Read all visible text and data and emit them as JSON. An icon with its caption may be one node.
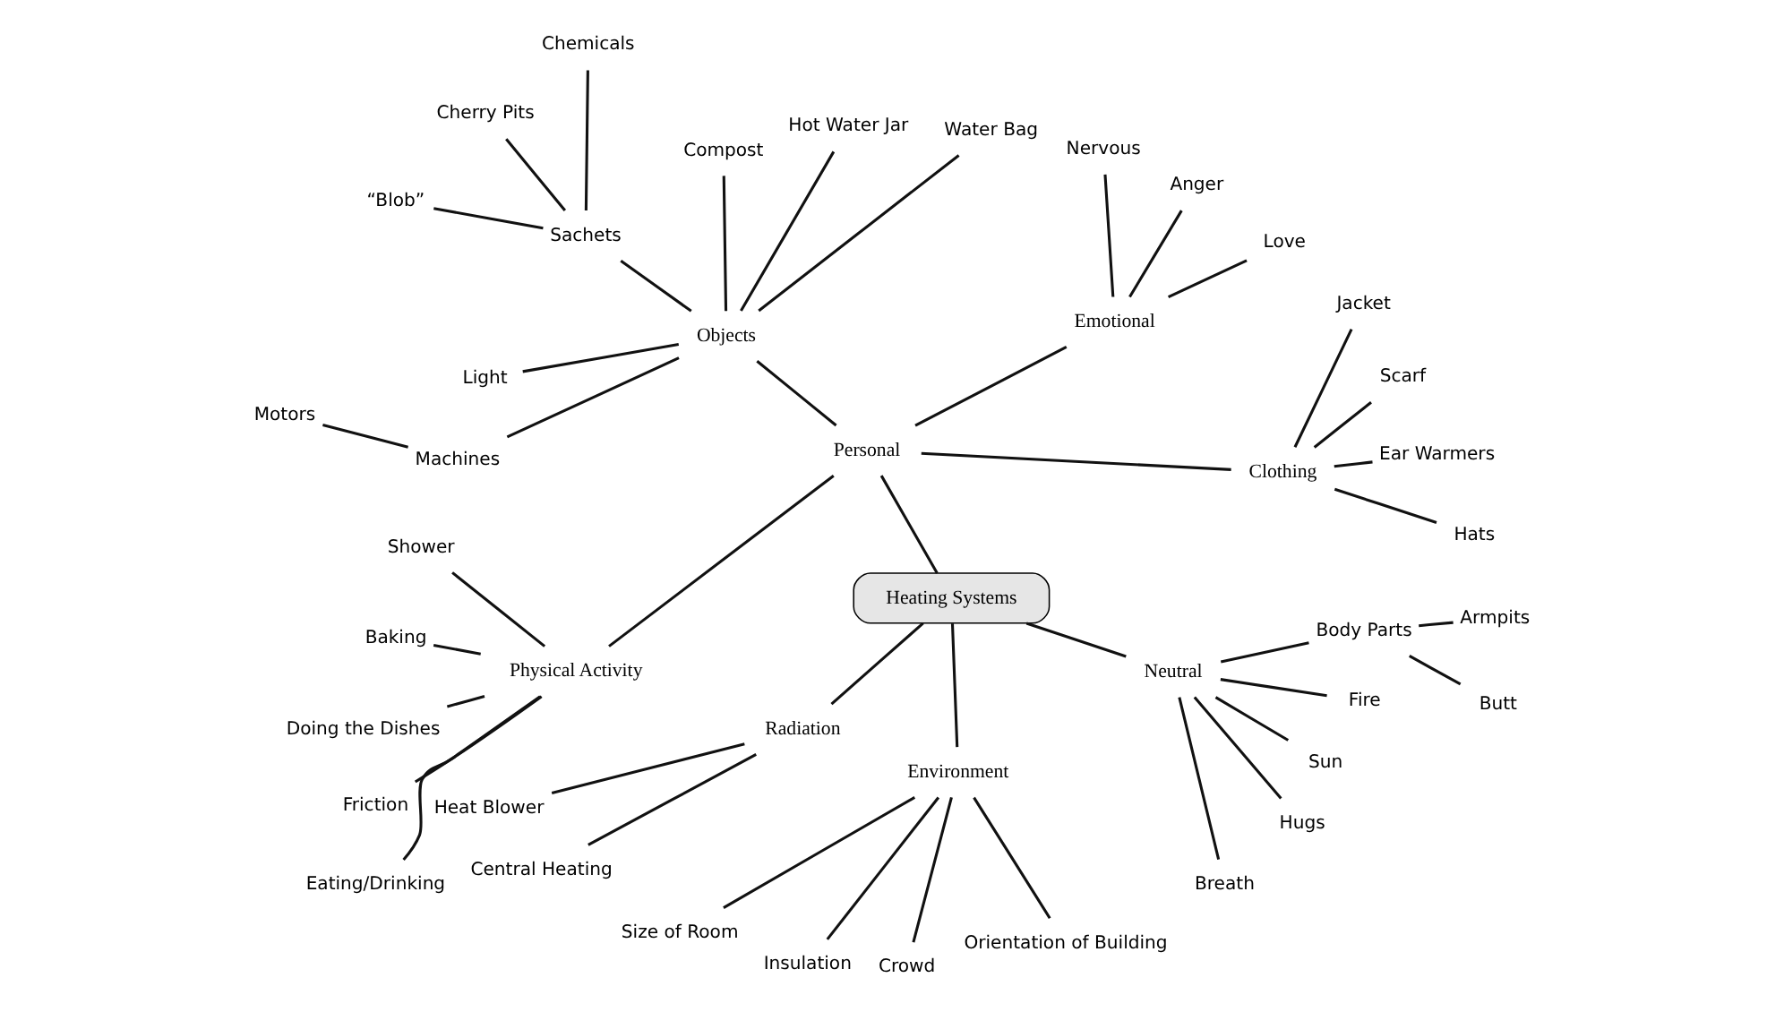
{
  "diagram": {
    "nodes": [
      {
        "text": [
          "Heating Systems"
        ]
      },
      {
        "text": [
          "Personal"
        ]
      },
      {
        "text": [
          "Clothing"
        ]
      },
      {
        "text": [
          "Hats"
        ]
      },
      {
        "text": [
          "Ear Warmers"
        ]
      },
      {
        "text": [
          "Scarf"
        ]
      },
      {
        "text": [
          "Jacket"
        ]
      },
      {
        "text": [
          "Emotional"
        ]
      },
      {
        "text": [
          "Love"
        ]
      },
      {
        "text": [
          "Anger"
        ]
      },
      {
        "text": [
          "Nervous"
        ]
      },
      {
        "text": [
          "Objects"
        ]
      },
      {
        "text": [
          "Water Bag"
        ]
      },
      {
        "text": [
          "Hot Water Jar"
        ]
      },
      {
        "text": [
          "Compost"
        ]
      },
      {
        "text": [
          "Sachets"
        ]
      },
      {
        "text": [
          "Chemicals"
        ]
      },
      {
        "text": [
          "Cherry Pits"
        ]
      },
      {
        "text": [
          "“Blob”"
        ]
      },
      {
        "text": [
          "Light"
        ]
      },
      {
        "text": [
          "Machines"
        ]
      },
      {
        "text": [
          "Motors"
        ]
      },
      {
        "text": [
          "Physical Activity"
        ]
      },
      {
        "text": [
          "Shower"
        ]
      },
      {
        "text": [
          "Baking"
        ]
      },
      {
        "text": [
          "Doing the Dishes"
        ]
      },
      {
        "text": [
          "Friction"
        ]
      },
      {
        "text": [
          "Eating/Drinking"
        ]
      },
      {
        "text": [
          "Radiation"
        ]
      },
      {
        "text": [
          "Heat Blower"
        ]
      },
      {
        "text": [
          "Central Heating"
        ]
      },
      {
        "text": [
          "Environment"
        ]
      },
      {
        "text": [
          "Size of Room"
        ]
      },
      {
        "text": [
          "Insulation"
        ]
      },
      {
        "text": [
          "Crowd"
        ]
      },
      {
        "text": [
          "Orientation of Building"
        ]
      },
      {
        "text": [
          "Neutral"
        ]
      },
      {
        "text": [
          "Breath"
        ]
      },
      {
        "text": [
          "Hugs"
        ]
      },
      {
        "text": [
          "Sun"
        ]
      },
      {
        "text": [
          "Fire"
        ]
      },
      {
        "text": [
          "Body Parts"
        ]
      },
      {
        "text": [
          "Butt"
        ]
      },
      {
        "text": [
          "Armpits"
        ]
      }
    ],
    "edges": [
      {
        "from": 0,
        "to": 1,
        "arrow": "none"
      },
      {
        "from": 1,
        "to": 2,
        "arrow": "none"
      },
      {
        "from": 2,
        "to": 3,
        "arrow": "none"
      },
      {
        "from": 2,
        "to": 4,
        "arrow": "none"
      },
      {
        "from": 2,
        "to": 5,
        "arrow": "none"
      },
      {
        "from": 2,
        "to": 6,
        "arrow": "none"
      },
      {
        "from": 1,
        "to": 7,
        "arrow": "none"
      },
      {
        "from": 7,
        "to": 8,
        "arrow": "none"
      },
      {
        "from": 7,
        "to": 9,
        "arrow": "none"
      },
      {
        "from": 7,
        "to": 10,
        "arrow": "none"
      },
      {
        "from": 1,
        "to": 11,
        "arrow": "none"
      },
      {
        "from": 11,
        "to": 12,
        "arrow": "none"
      },
      {
        "from": 11,
        "to": 13,
        "arrow": "none"
      },
      {
        "from": 11,
        "to": 14,
        "arrow": "none"
      },
      {
        "from": 11,
        "to": 15,
        "arrow": "none"
      },
      {
        "from": 15,
        "to": 16,
        "arrow": "none"
      },
      {
        "from": 15,
        "to": 17,
        "arrow": "none"
      },
      {
        "from": 15,
        "to": 18,
        "arrow": "none"
      },
      {
        "from": 11,
        "to": 19,
        "arrow": "none"
      },
      {
        "from": 11,
        "to": 20,
        "arrow": "none"
      },
      {
        "from": 20,
        "to": 21,
        "arrow": "none"
      },
      {
        "from": 1,
        "to": 22,
        "arrow": "none"
      },
      {
        "from": 22,
        "to": 23,
        "arrow": "none"
      },
      {
        "from": 22,
        "to": 24,
        "arrow": "none"
      },
      {
        "from": 22,
        "to": 25,
        "arrow": "none"
      },
      {
        "from": 22,
        "to": 26,
        "arrow": "none"
      },
      {
        "from": 22,
        "to": 27,
        "arrow": "none"
      },
      {
        "from": 0,
        "to": 28,
        "arrow": "none"
      },
      {
        "from": 28,
        "to": 29,
        "arrow": "none"
      },
      {
        "from": 28,
        "to": 30,
        "arrow": "none"
      },
      {
        "from": 0,
        "to": 31,
        "arrow": "none"
      },
      {
        "from": 31,
        "to": 32,
        "arrow": "none"
      },
      {
        "from": 31,
        "to": 33,
        "arrow": "none"
      },
      {
        "from": 31,
        "to": 34,
        "arrow": "none"
      },
      {
        "from": 31,
        "to": 35,
        "arrow": "none"
      },
      {
        "from": 0,
        "to": 36,
        "arrow": "none"
      },
      {
        "from": 36,
        "to": 37,
        "arrow": "none"
      },
      {
        "from": 36,
        "to": 38,
        "arrow": "none"
      },
      {
        "from": 36,
        "to": 39,
        "arrow": "none"
      },
      {
        "from": 36,
        "to": 40,
        "arrow": "none"
      },
      {
        "from": 36,
        "to": 41,
        "arrow": "none"
      },
      {
        "from": 41,
        "to": 42,
        "arrow": "none"
      },
      {
        "from": 41,
        "to": 43,
        "arrow": "none"
      }
    ]
  }
}
